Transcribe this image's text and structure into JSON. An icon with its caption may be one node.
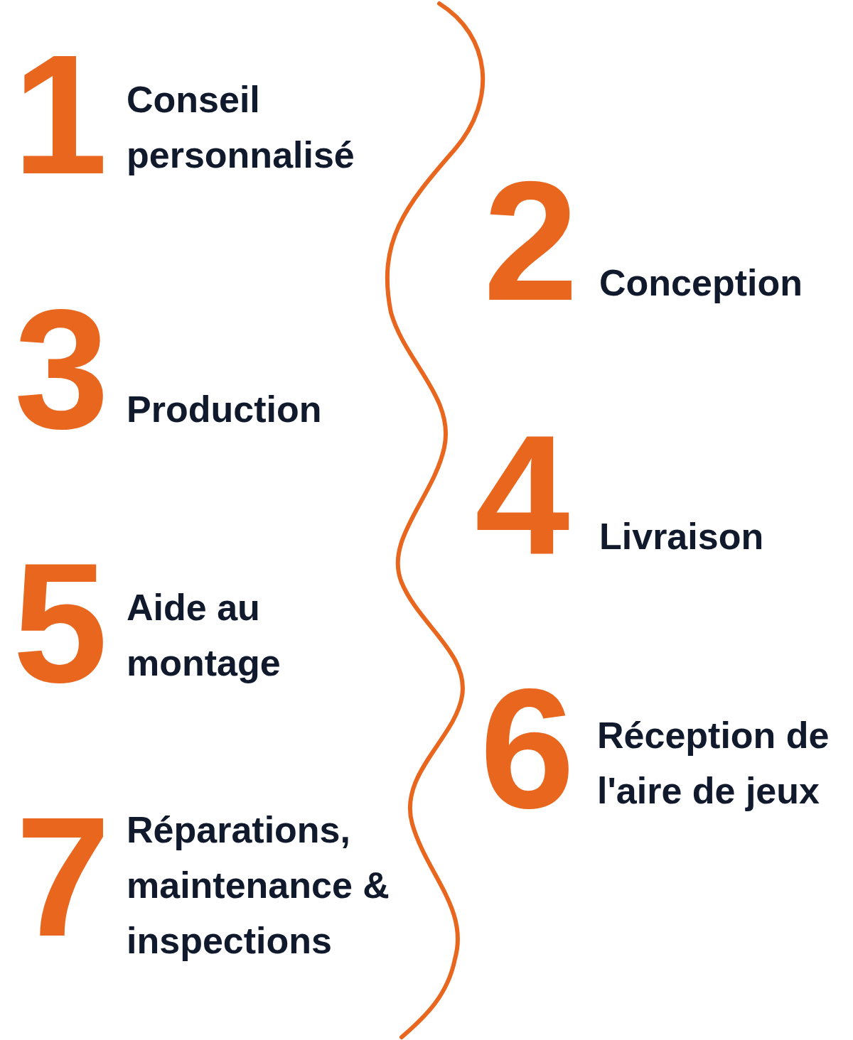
{
  "diagram": {
    "labels": [
      "1",
      "Conseil personnalisé",
      "2",
      "Conception",
      "3",
      "Production",
      "4",
      "Livraison",
      "5",
      "Aide au montage",
      "6",
      "Réception de l'aire de jeux",
      "7",
      "Réparations, maintenance & inspections"
    ]
  }
}
